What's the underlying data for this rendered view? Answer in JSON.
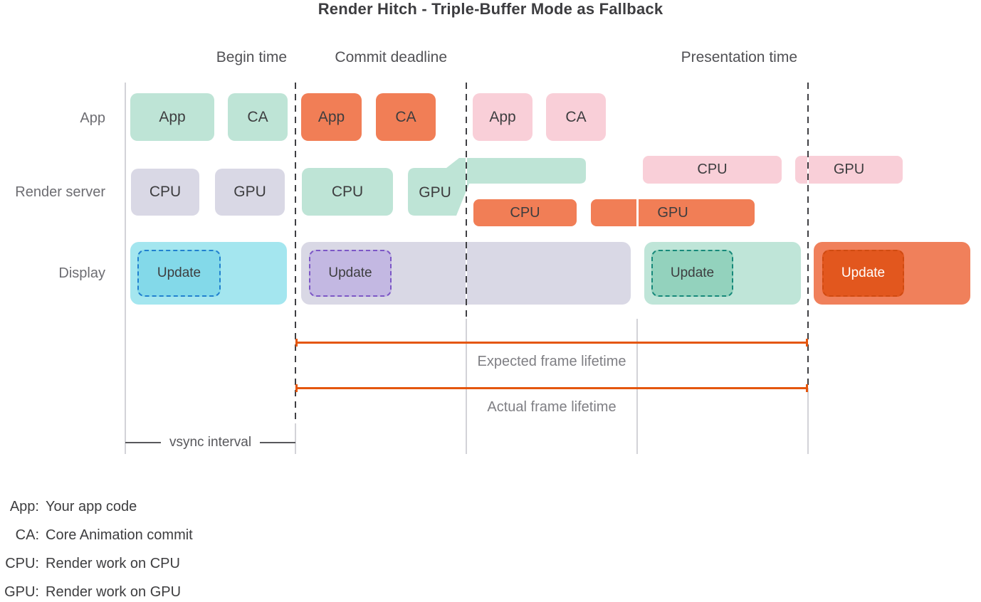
{
  "title": "Render Hitch - Triple-Buffer Mode as Fallback",
  "markers": {
    "begin": {
      "label": "Begin time"
    },
    "commit": {
      "label": "Commit deadline"
    },
    "presentation": {
      "label": "Presentation time"
    }
  },
  "rows": {
    "app": {
      "label": "App",
      "blocks": [
        {
          "label": "App"
        },
        {
          "label": "CA"
        },
        {
          "label": "App"
        },
        {
          "label": "CA"
        },
        {
          "label": "App"
        },
        {
          "label": "CA"
        }
      ]
    },
    "render_server": {
      "label": "Render server",
      "main_blocks": [
        {
          "label": "CPU"
        },
        {
          "label": "GPU"
        },
        {
          "label": "CPU"
        },
        {
          "label": "GPU"
        }
      ],
      "early_blocks": [
        {
          "label": "CPU"
        },
        {
          "label": "GPU"
        }
      ],
      "late_blocks": [
        {
          "label": "CPU"
        },
        {
          "label": "GPU"
        }
      ]
    },
    "display": {
      "label": "Display",
      "frames": [
        {
          "update_label": "Update"
        },
        {
          "update_label": "Update"
        },
        {
          "update_label": "Update"
        },
        {
          "update_label": "Update"
        }
      ]
    }
  },
  "annotations": {
    "expected_lifetime": {
      "label": "Expected frame lifetime"
    },
    "actual_lifetime": {
      "label": "Actual frame lifetime"
    },
    "vsync": {
      "label": "vsync interval"
    }
  },
  "legend": {
    "items": [
      {
        "term": "App:",
        "definition": "Your app code"
      },
      {
        "term": "CA:",
        "definition": "Core Animation commit"
      },
      {
        "term": "CPU:",
        "definition": "Render work on CPU"
      },
      {
        "term": "GPU:",
        "definition": "Render work on GPU"
      }
    ]
  },
  "colors": {
    "mint": "#bee4d6",
    "orange": "#f17e56",
    "pink": "#f9cfd8",
    "lavender": "#d9d8e5",
    "cyan_frame": "#a4e6ef",
    "mint_frame": "#bfe5d8",
    "orange_frame": "#f0805b",
    "cyan_update_fill": "#83d9e9",
    "cyan_update_border": "#2181cf",
    "lavender_update_fill": "#c3b8e2",
    "lavender_update_border": "#7d57c6",
    "mint_update_fill": "#93d2bd",
    "mint_update_border": "#17897a",
    "orange_update_fill": "#e2571e",
    "orange_update_border": "#d04a10",
    "lifetime_line": "#e4560e"
  }
}
